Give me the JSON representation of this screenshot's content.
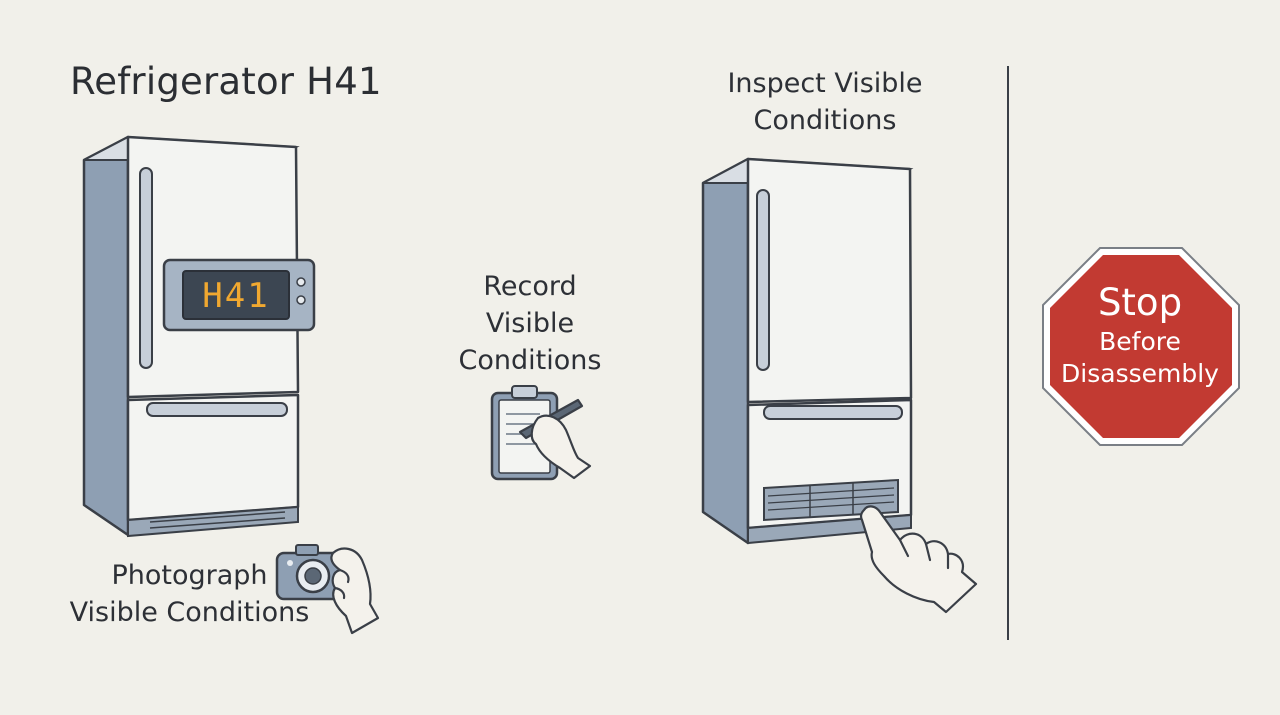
{
  "title": "Refrigerator H41",
  "display_code": "H41",
  "steps": {
    "photograph": {
      "line1": "Photograph",
      "line2": "Visible Conditions",
      "icon": "camera-icon"
    },
    "record": {
      "line1": "Record",
      "line2": "Visible",
      "line3": "Conditions",
      "icon": "clipboard-icon"
    },
    "inspect": {
      "line1": "Inspect Visible",
      "line2": "Conditions",
      "icon": "pointing-hand-icon"
    }
  },
  "stop_sign": {
    "line1": "Stop",
    "line2": "Before",
    "line3": "Disassembly",
    "icon": "stop-sign-icon"
  },
  "colors": {
    "background": "#f1f0ea",
    "fridge_body": "#f3f4f2",
    "fridge_side": "#8e9fb3",
    "outline": "#3a3f47",
    "display_bg": "#3c4652",
    "display_digits": "#f0a830",
    "stop_red": "#c23a32",
    "stop_text": "#ffffff"
  }
}
